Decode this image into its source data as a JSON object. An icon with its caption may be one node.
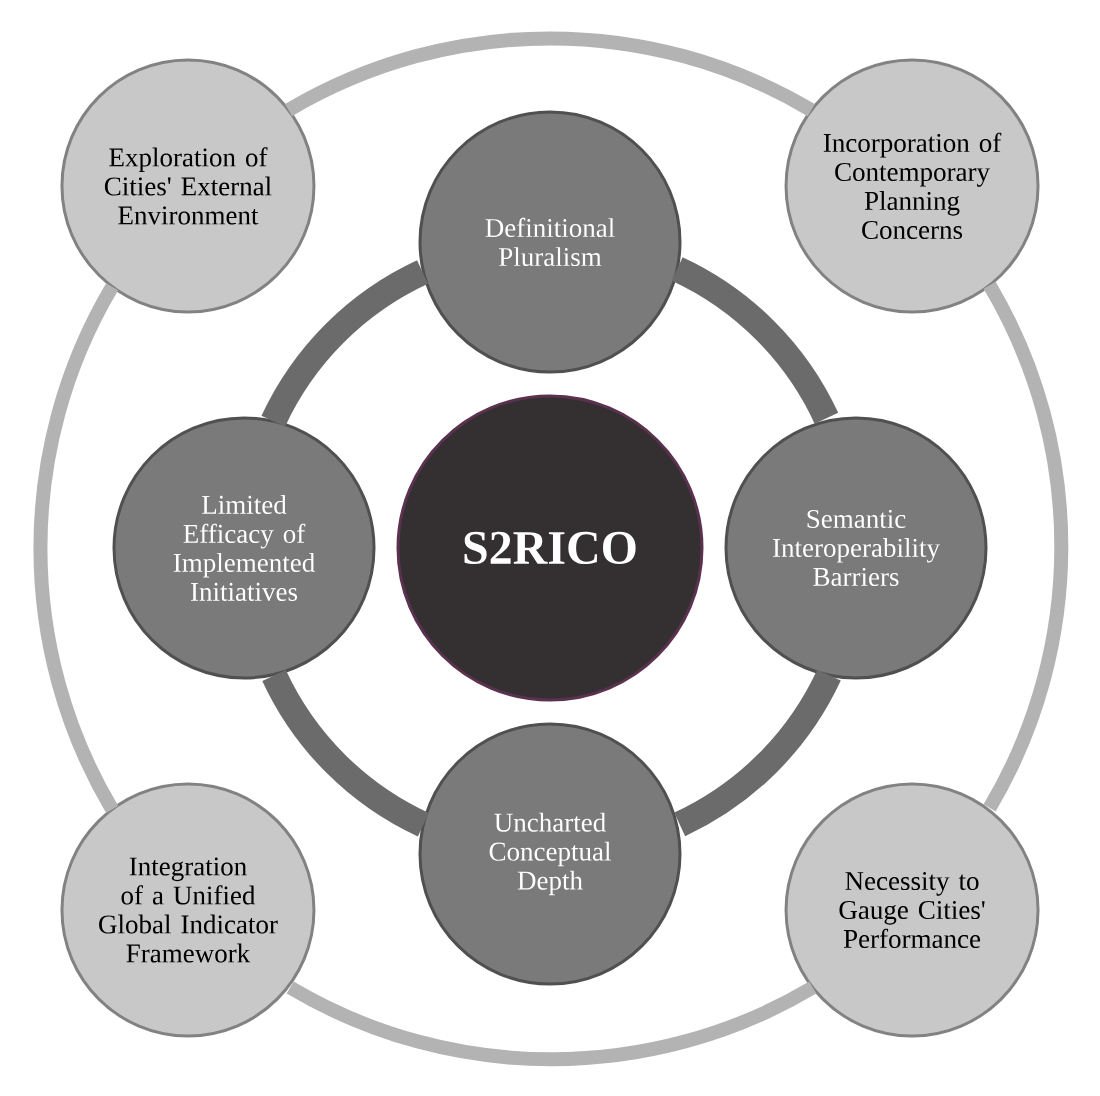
{
  "diagram": {
    "nodes": [
      {
        "text": [
          "Exploration of Cities' External Environment"
        ]
      },
      {
        "text": [
          "Definitional Pluralism"
        ]
      },
      {
        "text": [
          "Incorporation of Contemporary Planning Concerns"
        ]
      },
      {
        "text": [
          "Limited Efficacy of Implemented Initiatives"
        ]
      },
      {
        "text": [
          "S2RICO"
        ]
      },
      {
        "text": [
          "Semantic Interoperability Barriers"
        ]
      },
      {
        "text": [
          "Integration of a Unified Global Indicator Framework"
        ]
      },
      {
        "text": [
          "Uncharted Conceptual Depth"
        ]
      },
      {
        "text": [
          "Necessity to Gauge Cities' Performance"
        ]
      }
    ],
    "edges": [
      {
        "from": 1,
        "to": 5,
        "arrow": "none",
        "style": "thick",
        "color": "#6b6b6b"
      },
      {
        "from": 5,
        "to": 7,
        "arrow": "none",
        "style": "thick",
        "color": "#6b6b6b"
      },
      {
        "from": 7,
        "to": 3,
        "arrow": "none",
        "style": "thick",
        "color": "#6b6b6b"
      },
      {
        "from": 3,
        "to": 1,
        "arrow": "none",
        "style": "thick",
        "color": "#6b6b6b"
      },
      {
        "from": 0,
        "to": 2,
        "arrow": "none",
        "color": "#b3b3b3"
      },
      {
        "from": 2,
        "to": 8,
        "arrow": "none",
        "color": "#b3b3b3"
      },
      {
        "from": 8,
        "to": 6,
        "arrow": "none",
        "color": "#b3b3b3"
      },
      {
        "from": 6,
        "to": 0,
        "arrow": "none",
        "color": "#b3b3b3"
      }
    ]
  }
}
